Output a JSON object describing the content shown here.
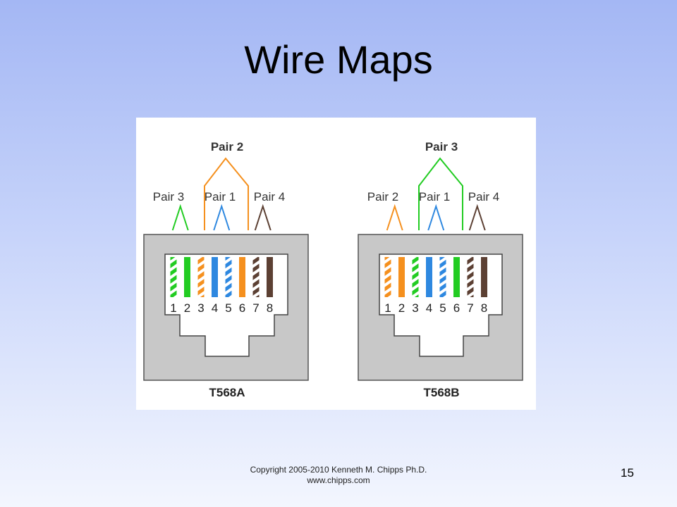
{
  "slide": {
    "title": "Wire Maps",
    "footer_line1": "Copyright 2005-2010 Kenneth M. Chipps Ph.D.",
    "footer_line2": "www.chipps.com",
    "page_number": "15"
  },
  "colors": {
    "green": "#22cc22",
    "orange": "#f5901e",
    "blue": "#2e88e0",
    "brown": "#5c4033",
    "jack_gray": "#c8c8c8"
  },
  "jacks": [
    {
      "name": "T568A",
      "top_pair": "Pair 2",
      "side_pairs": [
        "Pair 3",
        "Pair 1",
        "Pair 4"
      ],
      "pins": [
        {
          "pin": "1",
          "color": "green",
          "striped": true
        },
        {
          "pin": "2",
          "color": "green",
          "striped": false
        },
        {
          "pin": "3",
          "color": "orange",
          "striped": true
        },
        {
          "pin": "4",
          "color": "blue",
          "striped": false
        },
        {
          "pin": "5",
          "color": "blue",
          "striped": true
        },
        {
          "pin": "6",
          "color": "orange",
          "striped": false
        },
        {
          "pin": "7",
          "color": "brown",
          "striped": true
        },
        {
          "pin": "8",
          "color": "brown",
          "striped": false
        }
      ]
    },
    {
      "name": "T568B",
      "top_pair": "Pair 3",
      "side_pairs": [
        "Pair 2",
        "Pair 1",
        "Pair 4"
      ],
      "pins": [
        {
          "pin": "1",
          "color": "orange",
          "striped": true
        },
        {
          "pin": "2",
          "color": "orange",
          "striped": false
        },
        {
          "pin": "3",
          "color": "green",
          "striped": true
        },
        {
          "pin": "4",
          "color": "blue",
          "striped": false
        },
        {
          "pin": "5",
          "color": "blue",
          "striped": true
        },
        {
          "pin": "6",
          "color": "green",
          "striped": false
        },
        {
          "pin": "7",
          "color": "brown",
          "striped": true
        },
        {
          "pin": "8",
          "color": "brown",
          "striped": false
        }
      ]
    }
  ]
}
